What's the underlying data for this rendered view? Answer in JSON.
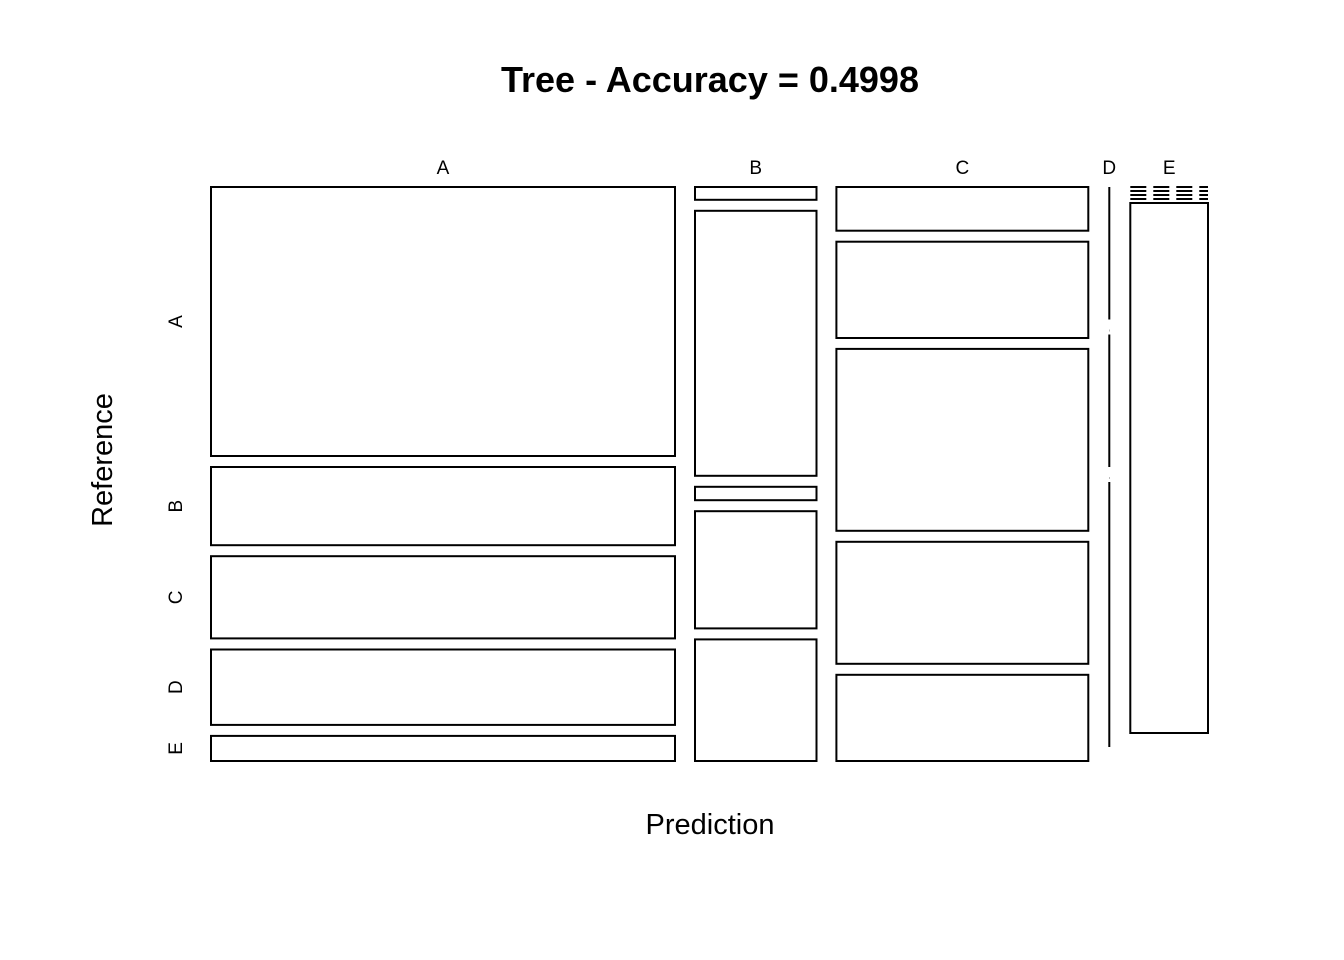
{
  "chart_data": {
    "type": "mosaic",
    "title": "Tree - Accuracy = 0.4998",
    "xlabel": "Prediction",
    "ylabel": "Reference",
    "x_categories": [
      "A",
      "B",
      "C",
      "D",
      "E"
    ],
    "y_categories": [
      "A",
      "B",
      "C",
      "D",
      "E"
    ],
    "column_share": [
      0.466,
      0.122,
      0.253,
      0.002,
      0.078
    ],
    "cell_share_within_column": [
      [
        0.471,
        0.137,
        0.144,
        0.132,
        0.044
      ],
      [
        0.023,
        0.475,
        0.024,
        0.21,
        0.218
      ],
      [
        0.078,
        0.172,
        0.325,
        0.218,
        0.154
      ],
      [
        0.25,
        0.0,
        0.25,
        0.0,
        0.5
      ],
      [
        0.0,
        0.0,
        0.0,
        0.0,
        1.0
      ]
    ],
    "grid": false,
    "legend": "none"
  }
}
